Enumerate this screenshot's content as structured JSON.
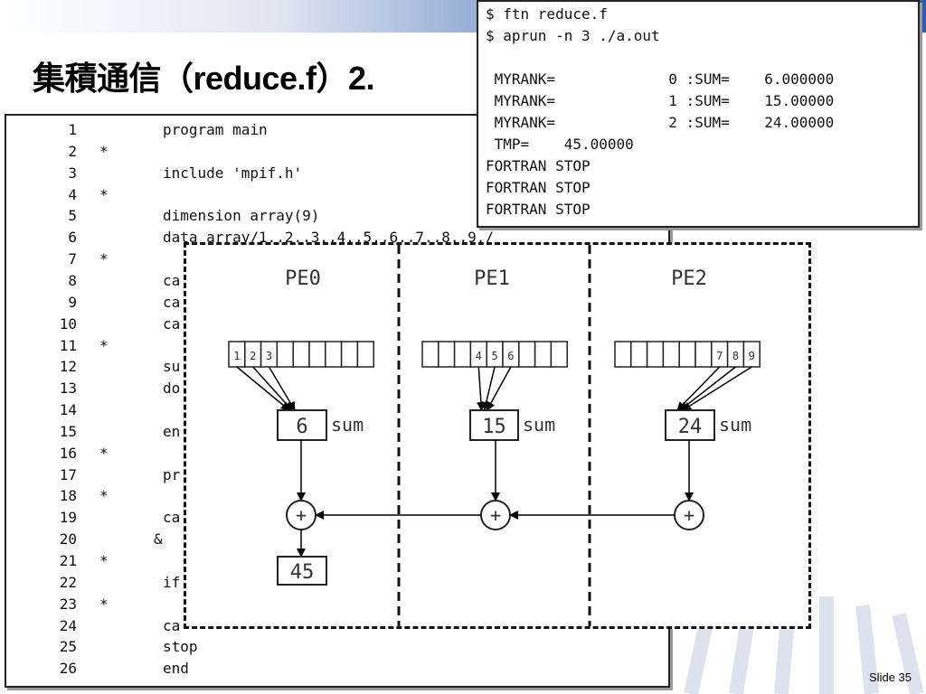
{
  "title": "集積通信（reduce.f）2.",
  "code_lines": [
    {
      "n": "1",
      "mark": "",
      "text": "program main"
    },
    {
      "n": "2",
      "mark": "*",
      "text": ""
    },
    {
      "n": "3",
      "mark": "",
      "text": "include 'mpif.h'"
    },
    {
      "n": "4",
      "mark": "*",
      "text": ""
    },
    {
      "n": "5",
      "mark": "",
      "text": "dimension array(9)"
    },
    {
      "n": "6",
      "mark": "",
      "text": "data array/1.,2.,3.,4.,5.,6.,7.,8.,9./"
    },
    {
      "n": "7",
      "mark": "*",
      "text": ""
    },
    {
      "n": "8",
      "mark": "",
      "text": "ca"
    },
    {
      "n": "9",
      "mark": "",
      "text": "ca"
    },
    {
      "n": "10",
      "mark": "",
      "text": "ca"
    },
    {
      "n": "11",
      "mark": "*",
      "text": ""
    },
    {
      "n": "12",
      "mark": "",
      "text": "su"
    },
    {
      "n": "13",
      "mark": "",
      "text": "do"
    },
    {
      "n": "14",
      "mark": "",
      "text": ""
    },
    {
      "n": "15",
      "mark": "",
      "text": "en"
    },
    {
      "n": "16",
      "mark": "*",
      "text": ""
    },
    {
      "n": "17",
      "mark": "",
      "text": "pr"
    },
    {
      "n": "18",
      "mark": "*",
      "text": ""
    },
    {
      "n": "19",
      "mark": "",
      "text": "ca"
    },
    {
      "n": "20",
      "mark": "",
      "text": "&"
    },
    {
      "n": "21",
      "mark": "*",
      "text": ""
    },
    {
      "n": "22",
      "mark": "",
      "text": "if"
    },
    {
      "n": "23",
      "mark": "*",
      "text": ""
    },
    {
      "n": "24",
      "mark": "",
      "text": "ca"
    },
    {
      "n": "25",
      "mark": "",
      "text": "stop"
    },
    {
      "n": "26",
      "mark": "",
      "text": "end"
    }
  ],
  "terminal_lines": [
    "$ ftn reduce.f",
    "$ aprun -n 3 ./a.out",
    "",
    " MYRANK=             0 :SUM=    6.000000",
    " MYRANK=             1 :SUM=    15.00000",
    " MYRANK=             2 :SUM=    24.00000",
    " TMP=    45.00000",
    "FORTRAN STOP",
    "FORTRAN STOP",
    "FORTRAN STOP"
  ],
  "diagram": {
    "pes": [
      {
        "label": "PE0",
        "cells": [
          "1",
          "2",
          "3",
          "",
          "",
          "",
          "",
          "",
          ""
        ],
        "sum": "6",
        "sum_label": "sum"
      },
      {
        "label": "PE1",
        "cells": [
          "",
          "",
          "",
          "4",
          "5",
          "6",
          "",
          "",
          ""
        ],
        "sum": "15",
        "sum_label": "sum"
      },
      {
        "label": "PE2",
        "cells": [
          "",
          "",
          "",
          "",
          "",
          "",
          "7",
          "8",
          "9"
        ],
        "sum": "24",
        "sum_label": "sum"
      }
    ],
    "plus_symbol": "+",
    "result": "45"
  },
  "slide_number": "Slide 35"
}
